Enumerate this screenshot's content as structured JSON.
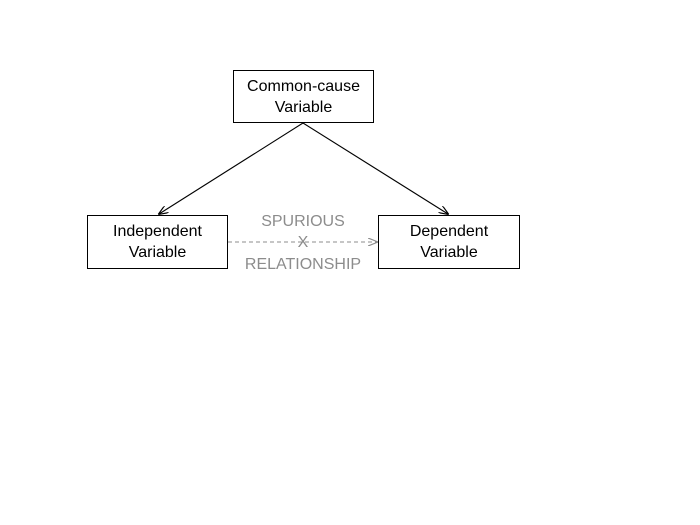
{
  "diagram": {
    "nodes": {
      "common_cause": {
        "line1": "Common-cause",
        "line2": "Variable"
      },
      "independent": {
        "line1": "Independent",
        "line2": "Variable"
      },
      "dependent": {
        "line1": "Dependent",
        "line2": "Variable"
      }
    },
    "edges": [
      {
        "from": "common_cause",
        "to": "independent",
        "style": "solid"
      },
      {
        "from": "common_cause",
        "to": "dependent",
        "style": "solid"
      },
      {
        "from": "independent",
        "to": "dependent",
        "style": "dashed"
      }
    ],
    "annotation": {
      "top": "SPURIOUS",
      "mark": "X",
      "bottom": "RELATIONSHIP"
    },
    "colors": {
      "line": "#000000",
      "dashed_line": "#8c8c8c",
      "annotation_text": "#8c8c8c"
    }
  }
}
